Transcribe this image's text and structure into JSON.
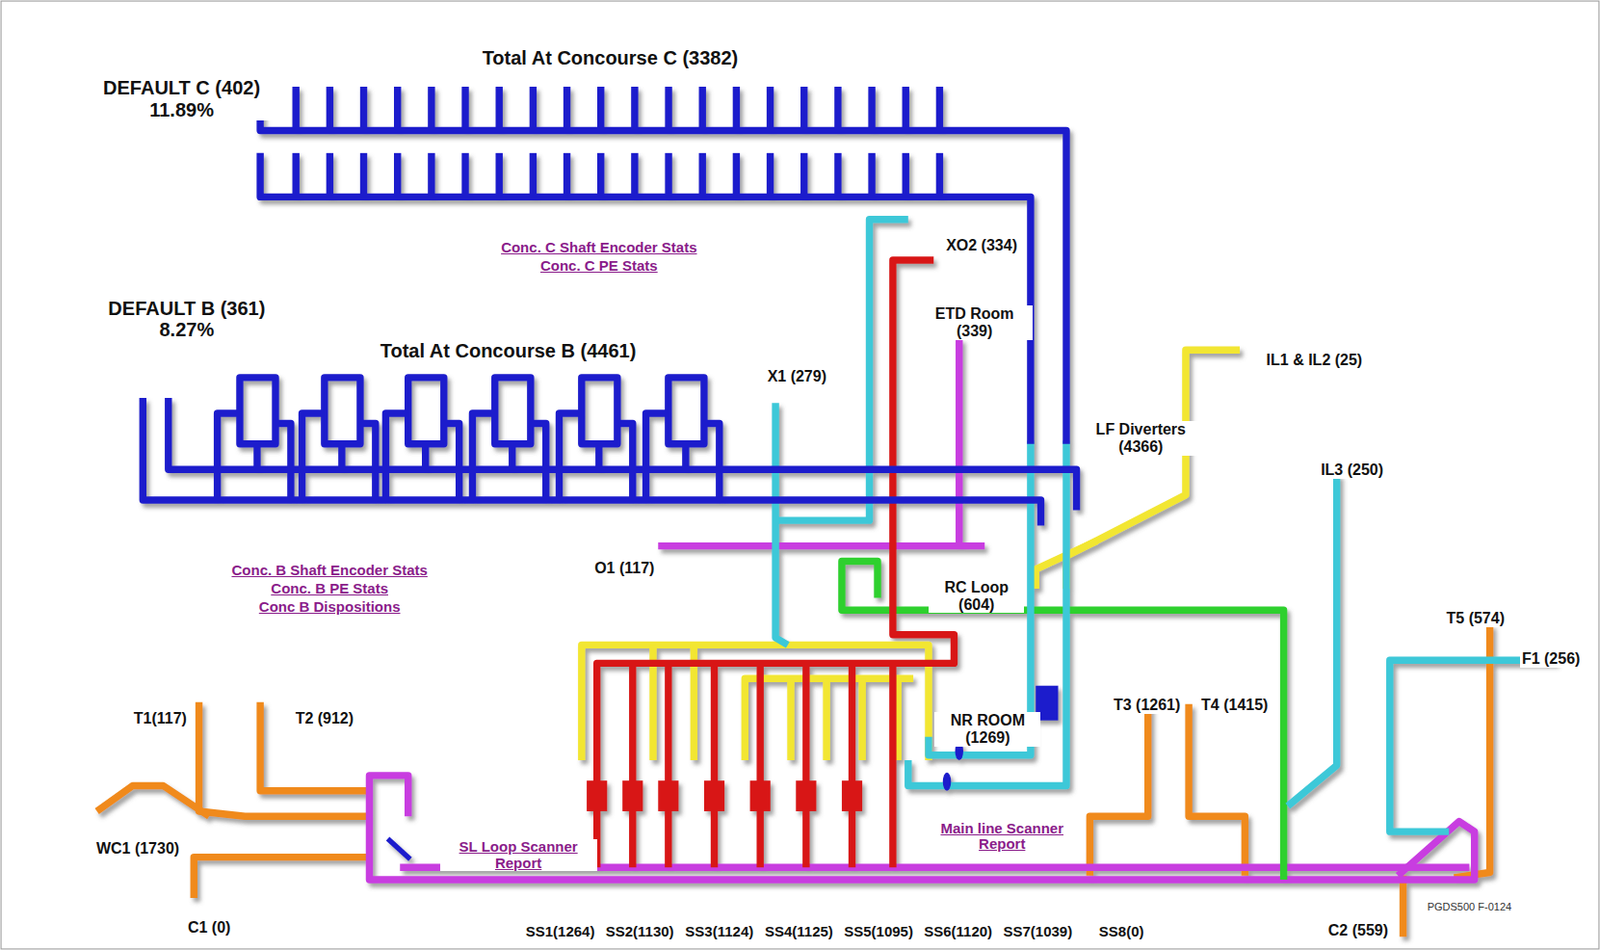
{
  "diagram": {
    "labels": [
      "DEFAULT C (402) 11.89%",
      "Total At Concourse C (3382)",
      "Conc. C Shaft Encoder Stats",
      "Conc. C PE Stats",
      "XO2 (334)",
      "ETD Room (339)",
      "DEFAULT B (361) 8.27%",
      "Total At Concourse B (4461)",
      "X1 (279)",
      "IL1 & IL2 (25)",
      "LF Diverters (4366)",
      "IL3 (250)",
      "Conc. B Shaft Encoder Stats",
      "Conc. B PE Stats",
      "Conc B Dispositions",
      "O1 (117)",
      "RC Loop (604)",
      "T5 (574)",
      "F1 (256)",
      "T1(117)",
      "T2 (912)",
      "NR ROOM (1269)",
      "T3 (1261)",
      "T4 (1415)",
      "WC1 (1730)",
      "SL Loop Scanner Report",
      "Main line Scanner Report",
      "C1 (0)",
      "SS1(1264)",
      "SS2(1130)",
      "SS3(1124)",
      "SS4(1125)",
      "SS5(1095)",
      "SS6(1120)",
      "SS7(1039)",
      "SS8(0)",
      "C2 (559)",
      "PGDS500 F-0124"
    ]
  }
}
